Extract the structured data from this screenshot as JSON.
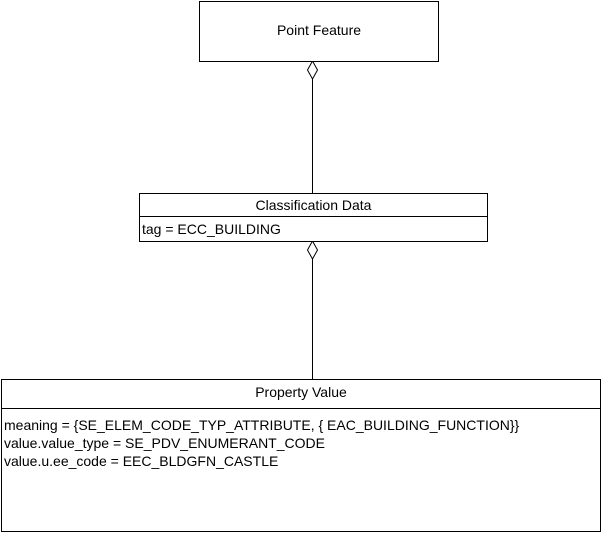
{
  "diagram": {
    "classes": [
      {
        "name": "Point Feature",
        "attributes": []
      },
      {
        "name": "Classification Data",
        "attributes": [
          "tag = ECC_BUILDING"
        ]
      },
      {
        "name": "Property Value",
        "attributes": [
          "meaning = {SE_ELEM_CODE_TYP_ATTRIBUTE, { EAC_BUILDING_FUNCTION}}",
          "value.value_type = SE_PDV_ENUMERANT_CODE",
          "value.u.ee_code = EEC_BLDGFN_CASTLE"
        ]
      }
    ],
    "relationships": [
      {
        "type": "aggregation",
        "whole": "Point Feature",
        "part": "Classification Data"
      },
      {
        "type": "aggregation",
        "whole": "Classification Data",
        "part": "Property Value"
      }
    ],
    "colors": {
      "stroke": "#000000",
      "fill": "#ffffff"
    }
  }
}
